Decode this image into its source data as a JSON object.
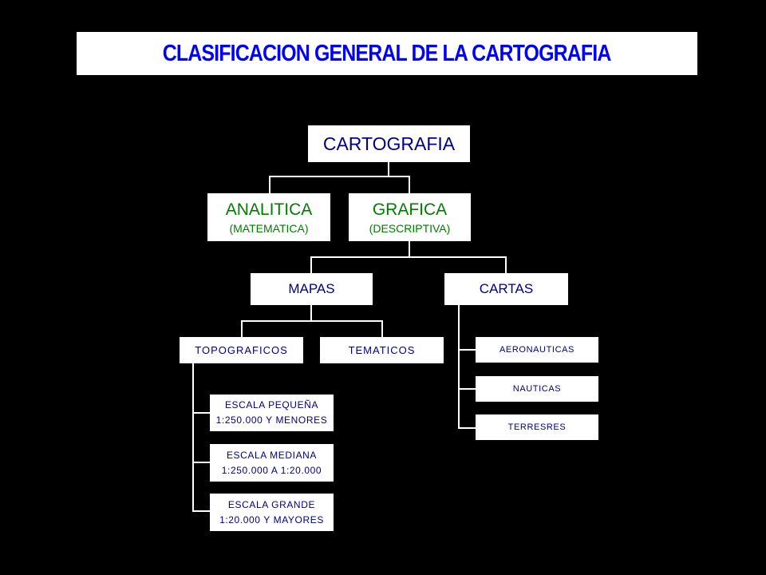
{
  "title": "CLASIFICACION GENERAL DE LA CARTOGRAFIA",
  "colors": {
    "background": "#000000",
    "title": "#0000ff",
    "node_text": "#000080",
    "green_text": "#007d00"
  },
  "nodes": {
    "cartografia": "CARTOGRAFIA",
    "analitica": {
      "title": "ANALITICA",
      "subtitle": "(MATEMATICA)"
    },
    "grafica": {
      "title": "GRAFICA",
      "subtitle": "(DESCRIPTIVA)"
    },
    "mapas": "MAPAS",
    "cartas": "CARTAS",
    "topograficos": "TOPOGRAFICOS",
    "tematicos": "TEMATICOS",
    "escala_pequena": {
      "line1": "ESCALA PEQUEÑA",
      "line2": "1:250.000 Y MENORES"
    },
    "escala_mediana": {
      "line1": "ESCALA MEDIANA",
      "line2": "1:250.000 A 1:20.000"
    },
    "escala_grande": {
      "line1": "ESCALA GRANDE",
      "line2": "1:20.000 Y MAYORES"
    },
    "aeronauticas": "AERONAUTICAS",
    "nauticas": "NAUTICAS",
    "terresres": "TERRESRES"
  }
}
